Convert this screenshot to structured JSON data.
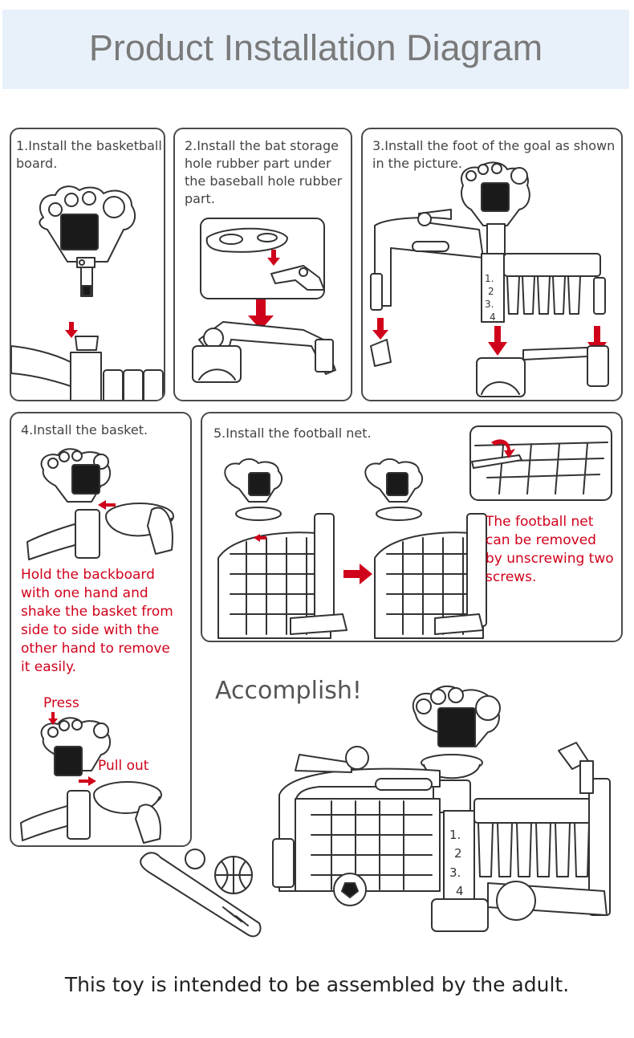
{
  "header": {
    "title": "Product Installation Diagram"
  },
  "steps": [
    {
      "text": "1.Install the basketball board."
    },
    {
      "text": "2.Install the bat storage hole rubber part under the baseball hole rubber part."
    },
    {
      "text": "3.Install the foot of the goal as shown in the picture."
    },
    {
      "text": "4.Install the basket."
    },
    {
      "text": "5.Install the football net."
    }
  ],
  "notes": {
    "basket_remove": "Hold the backboard with one hand and shake the basket from side to side with the other hand to remove it easily.",
    "press": "Press",
    "pull_out": "Pull out",
    "net_remove": "The football net can be removed by unscrewing two screws."
  },
  "accomplish": "Accomplish!",
  "footer": "This toy is intended to be assembled by the adult.",
  "colors": {
    "header_bg": "#e8f1fa",
    "title": "#7a7a7a",
    "accent_red": "#d0021b",
    "outline": "#4a4a4a"
  },
  "icons": [
    "down-arrow-icon",
    "right-arrow-icon",
    "curved-arrow-icon",
    "left-arrow-icon"
  ]
}
